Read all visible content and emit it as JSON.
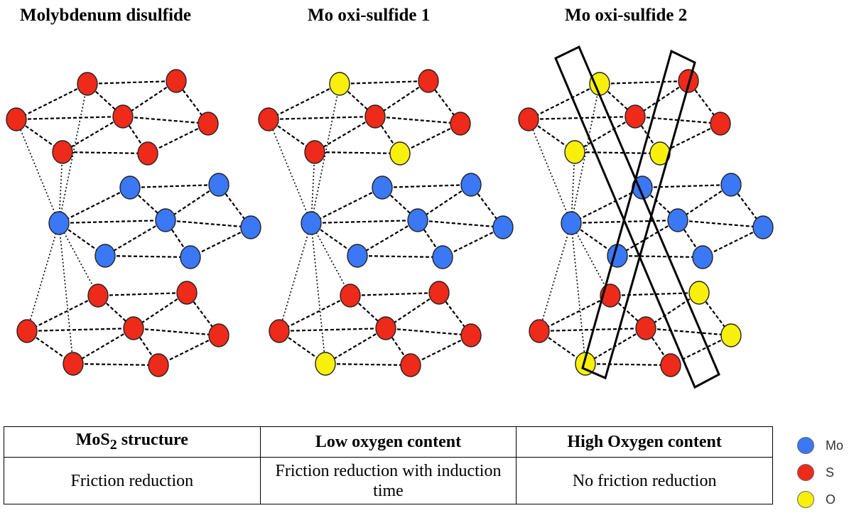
{
  "titles": [
    "Molybdenum disulfide",
    "Mo oxi-sulfide 1",
    "Mo oxi-sulfide 2"
  ],
  "colors": {
    "Mo": "#3b78f5",
    "S": "#ee2a1a",
    "O": "#f8f00a"
  },
  "legend": [
    {
      "key": "Mo",
      "label": "Mo"
    },
    {
      "key": "S",
      "label": "S"
    },
    {
      "key": "O",
      "label": "O"
    }
  ],
  "structures": [
    {
      "name": "molybdenum-disulfide",
      "top_layer": [
        "S",
        "S",
        "S",
        "S",
        "S",
        "S",
        "S"
      ],
      "middle_layer": [
        "Mo",
        "Mo",
        "Mo",
        "Mo",
        "Mo",
        "Mo",
        "Mo"
      ],
      "bottom_layer": [
        "S",
        "S",
        "S",
        "S",
        "S",
        "S",
        "S"
      ]
    },
    {
      "name": "mo-oxi-sulfide-1",
      "top_layer": [
        "O",
        "S",
        "S",
        "S",
        "S",
        "S",
        "O"
      ],
      "middle_layer": [
        "Mo",
        "Mo",
        "Mo",
        "Mo",
        "Mo",
        "Mo",
        "Mo"
      ],
      "bottom_layer": [
        "S",
        "S",
        "S",
        "S",
        "S",
        "O",
        "S"
      ]
    },
    {
      "name": "mo-oxi-sulfide-2",
      "top_layer": [
        "O",
        "S",
        "S",
        "S",
        "S",
        "O",
        "O"
      ],
      "middle_layer": [
        "Mo",
        "Mo",
        "Mo",
        "Mo",
        "Mo",
        "Mo",
        "Mo"
      ],
      "bottom_layer": [
        "S",
        "O",
        "S",
        "S",
        "O",
        "O",
        "S"
      ]
    }
  ],
  "table": {
    "headers": [
      {
        "pre": "MoS",
        "sub": "2",
        "post": " structure"
      },
      {
        "pre": "Low oxygen content",
        "sub": "",
        "post": ""
      },
      {
        "pre": "High Oxygen content",
        "sub": "",
        "post": ""
      }
    ],
    "rows": [
      [
        "Friction reduction",
        "Friction reduction with induction time",
        "No friction reduction"
      ]
    ]
  }
}
